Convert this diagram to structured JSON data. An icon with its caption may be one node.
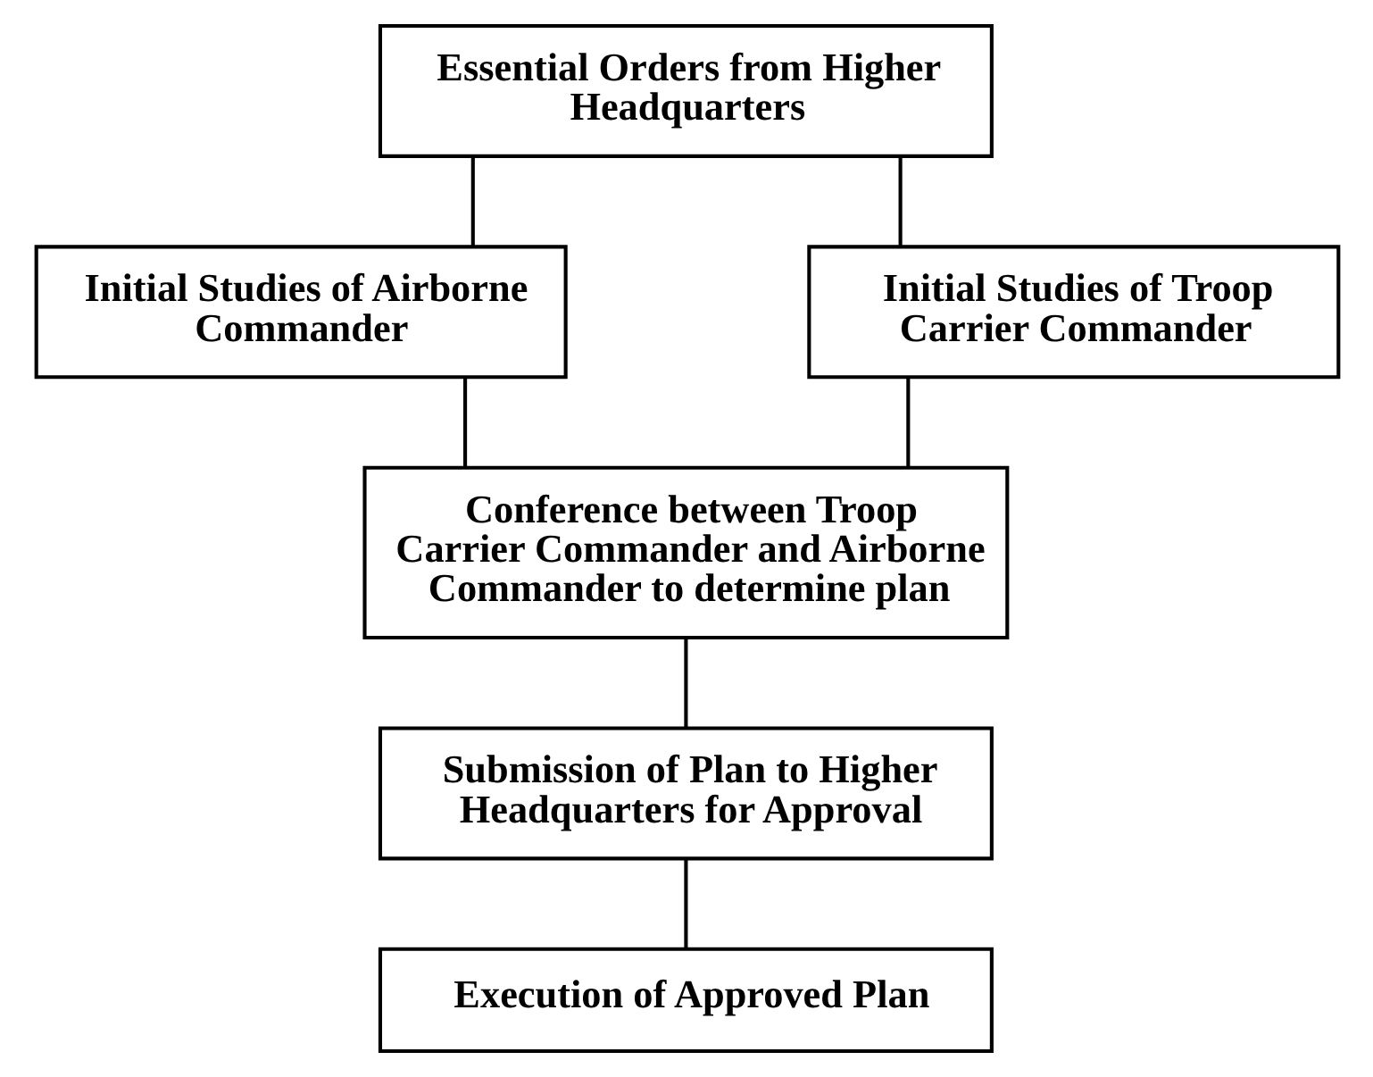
{
  "diagram": {
    "nodes": [
      {
        "text": [
          "Essential Orders from Higher Headquarters"
        ]
      },
      {
        "text": [
          "Initial Studies of Airborne Commander"
        ]
      },
      {
        "text": [
          "Initial Studies of Troop Carrier Commander"
        ]
      },
      {
        "text": [
          "Conference between Troop Carrier Commander and Airborne Commander to determine plan"
        ]
      },
      {
        "text": [
          "Submission of Plan to Higher Headquarters for Approval"
        ]
      },
      {
        "text": [
          "Execution of Approved Plan"
        ]
      }
    ],
    "edges": [
      {
        "from": 0,
        "to": 1,
        "arrow": "none"
      },
      {
        "from": 0,
        "to": 2,
        "arrow": "none"
      },
      {
        "from": 1,
        "to": 3,
        "arrow": "none"
      },
      {
        "from": 2,
        "to": 3,
        "arrow": "none"
      },
      {
        "from": 3,
        "to": 4,
        "arrow": "none"
      },
      {
        "from": 4,
        "to": 5,
        "arrow": "none"
      }
    ]
  }
}
